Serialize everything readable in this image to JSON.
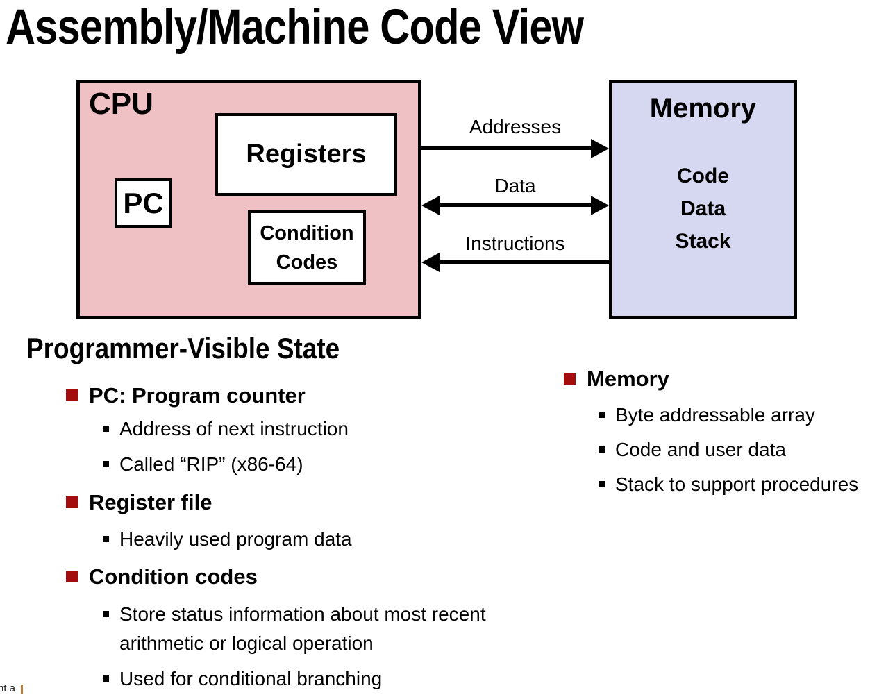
{
  "slide": {
    "title": "Assembly/Machine Code View"
  },
  "diagram": {
    "cpu": {
      "label": "CPU",
      "registers": "Registers",
      "pc": "PC",
      "condition_codes": "Condition Codes"
    },
    "memory": {
      "label": "Memory",
      "contents": [
        "Code",
        "Data",
        "Stack"
      ]
    },
    "buses": [
      {
        "label": "Addresses",
        "direction": "cpu-to-memory"
      },
      {
        "label": "Data",
        "direction": "bidirectional"
      },
      {
        "label": "Instructions",
        "direction": "memory-to-cpu"
      }
    ]
  },
  "content": {
    "heading": "Programmer-Visible State",
    "left_bullets": [
      {
        "label": "PC: Program counter",
        "sub": [
          "Address of next instruction",
          "Called “RIP” (x86-64)"
        ]
      },
      {
        "label": "Register file",
        "sub": [
          "Heavily used program data"
        ]
      },
      {
        "label": "Condition codes",
        "sub": [
          "Store status information about most recent arithmetic or logical operation",
          "Used for conditional branching"
        ]
      }
    ],
    "right_bullets": [
      {
        "label": "Memory",
        "sub": [
          "Byte addressable array",
          "Code and user data",
          "Stack to support procedures"
        ]
      }
    ]
  },
  "footer": {
    "fragment": "nt a"
  },
  "colors": {
    "cpu_fill": "#efc1c4",
    "memory_fill": "#d6d7f0",
    "bullet_red": "#a40d0d",
    "line_black": "#000000"
  }
}
